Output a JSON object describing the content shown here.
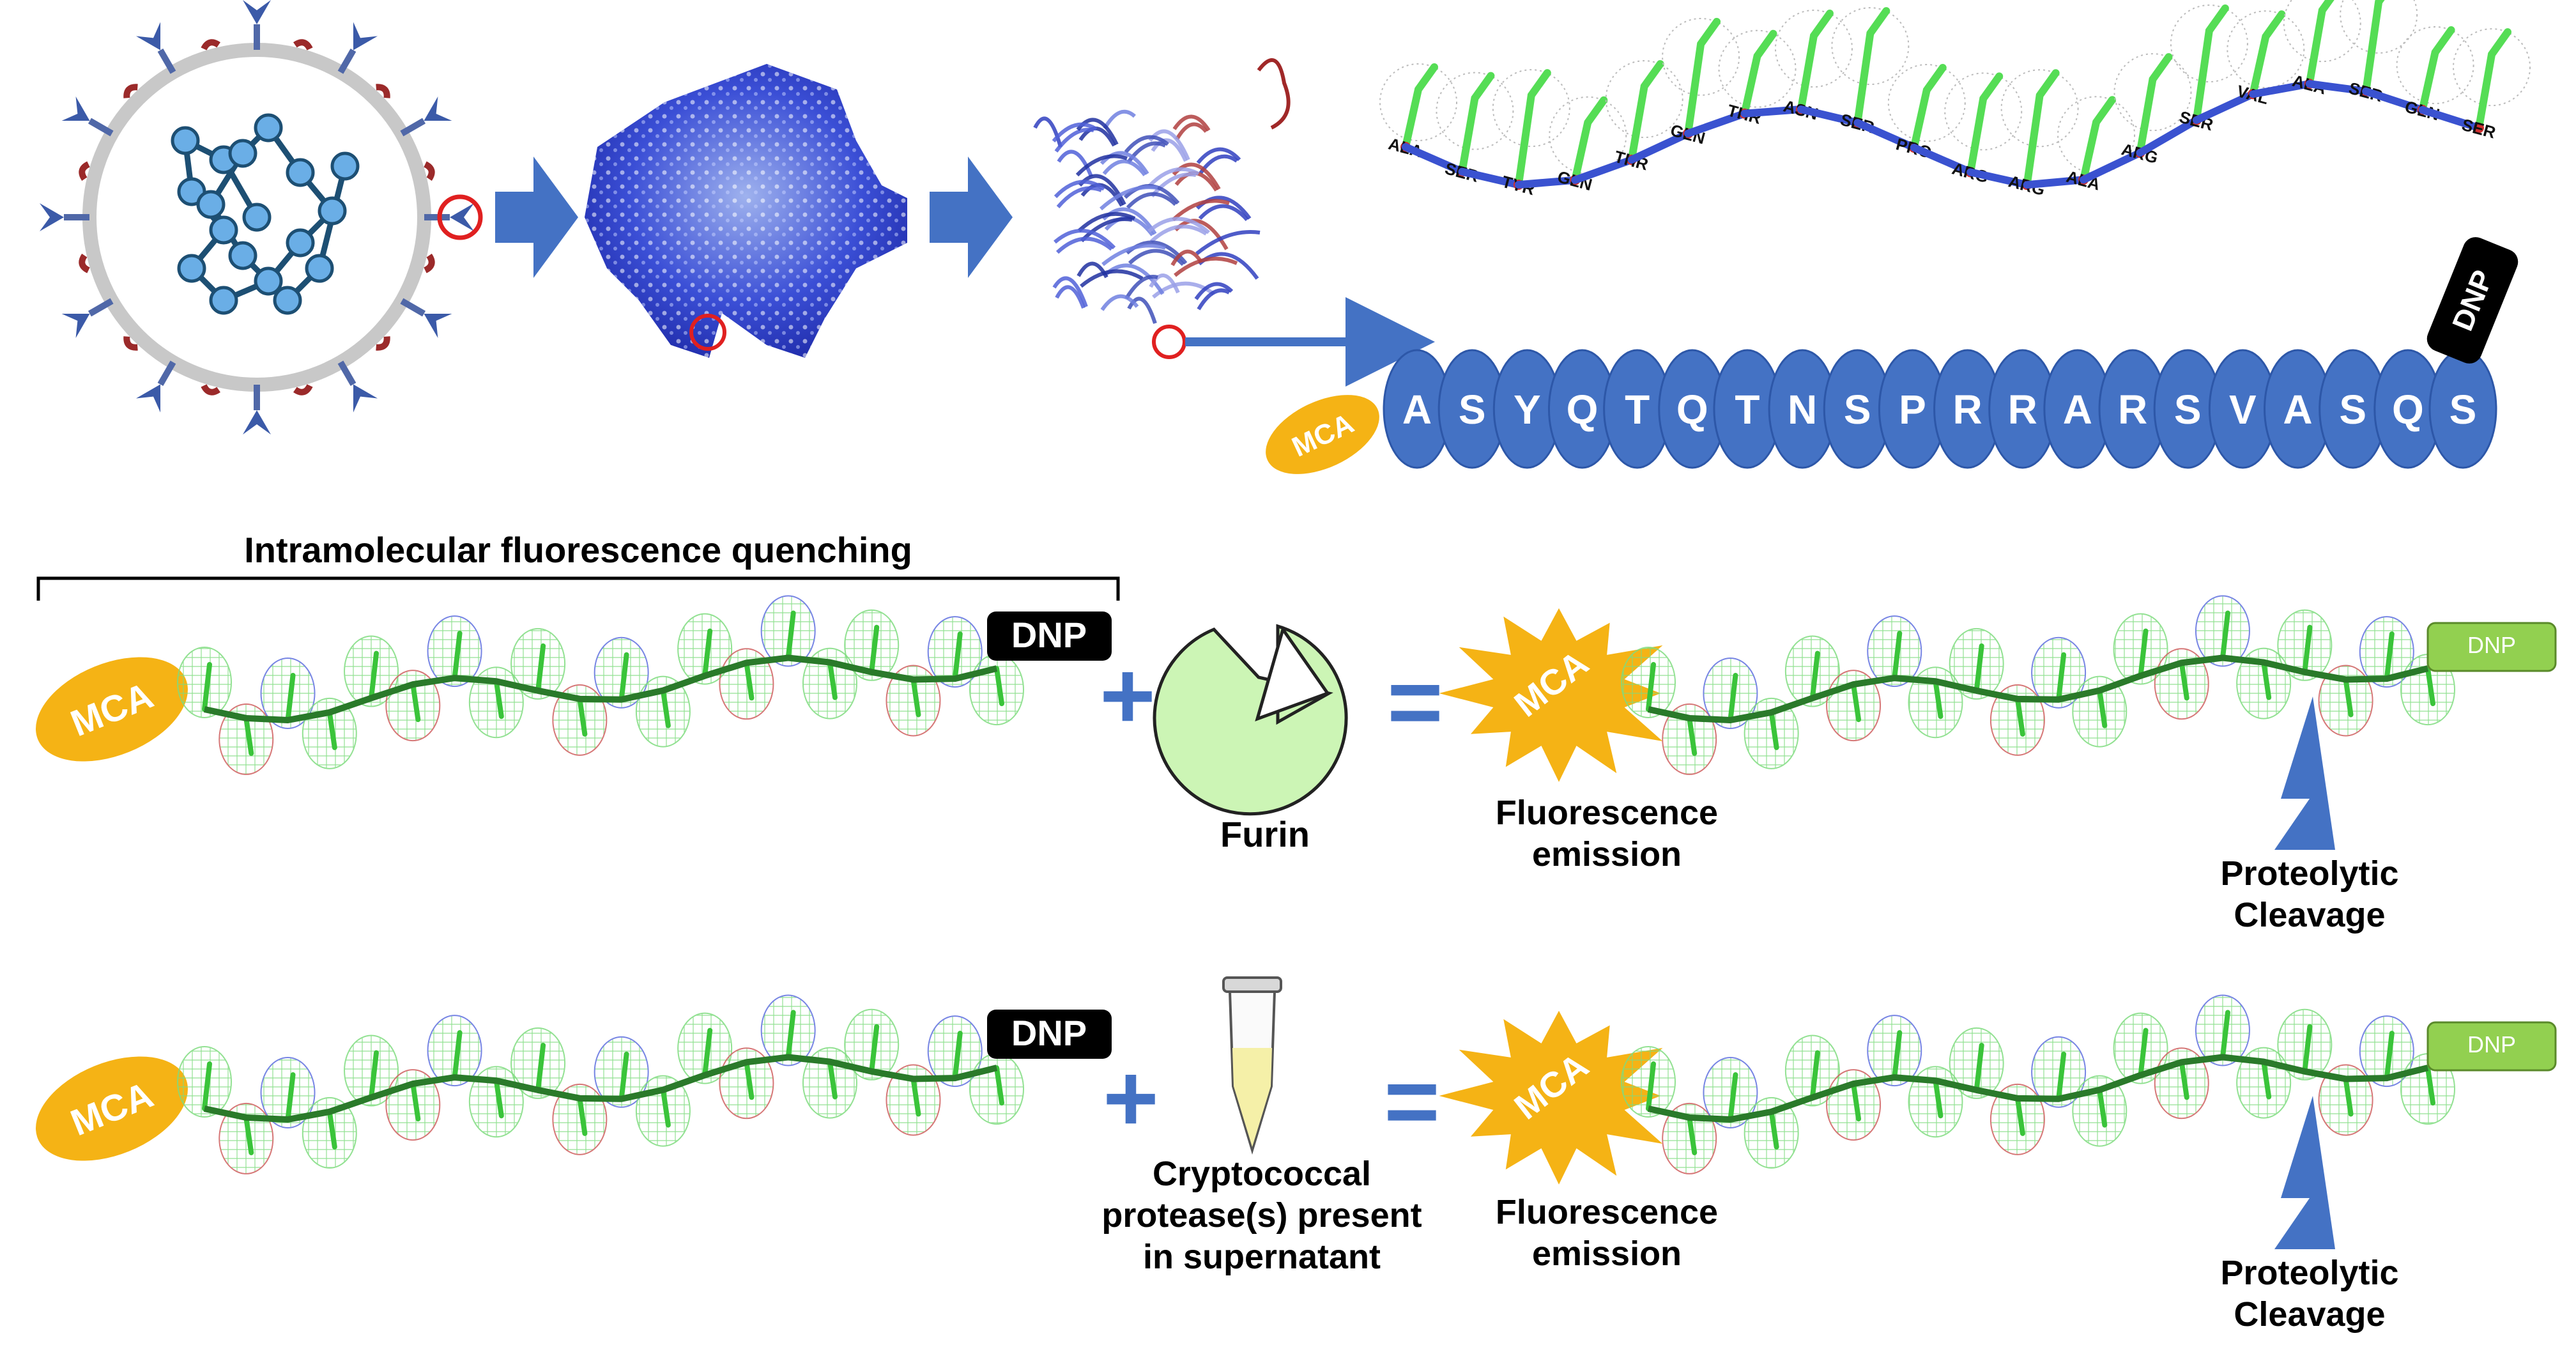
{
  "sequence": [
    "A",
    "S",
    "Y",
    "Q",
    "T",
    "Q",
    "T",
    "N",
    "S",
    "P",
    "R",
    "R",
    "A",
    "R",
    "S",
    "V",
    "A",
    "S",
    "Q",
    "S"
  ],
  "residues_top": [
    "ALA",
    "SER",
    "TYR",
    "GLN",
    "THR",
    "GLN",
    "THR",
    "ASN",
    "SER",
    "PRO",
    "ARG",
    "ARG",
    "ALA",
    "ARG",
    "SER",
    "VAL",
    "ALA",
    "SER",
    "GLN",
    "SER"
  ],
  "labels": {
    "mca": "MCA",
    "dnp": "DNP",
    "quench_title": "Intramolecular fluorescence quenching",
    "furin": "Furin",
    "fluor_1": "Fluorescence",
    "fluor_2": "emission",
    "cleave_1": "Proteolytic",
    "cleave_2": "Cleavage",
    "crypto_1": "Cryptococcal",
    "crypto_2": "protease(s) present",
    "crypto_3": "in supernatant",
    "plus": "+",
    "equals": "="
  },
  "colors": {
    "blue": "#4472c4",
    "mca": "#f5b315",
    "dnp_black": "#000000",
    "dnp_green": "#92d050",
    "furin": "#ccf5b5",
    "stick_green": "#55dd55",
    "spike_red": "#9b2a2a",
    "highlight_red": "#e02020"
  }
}
